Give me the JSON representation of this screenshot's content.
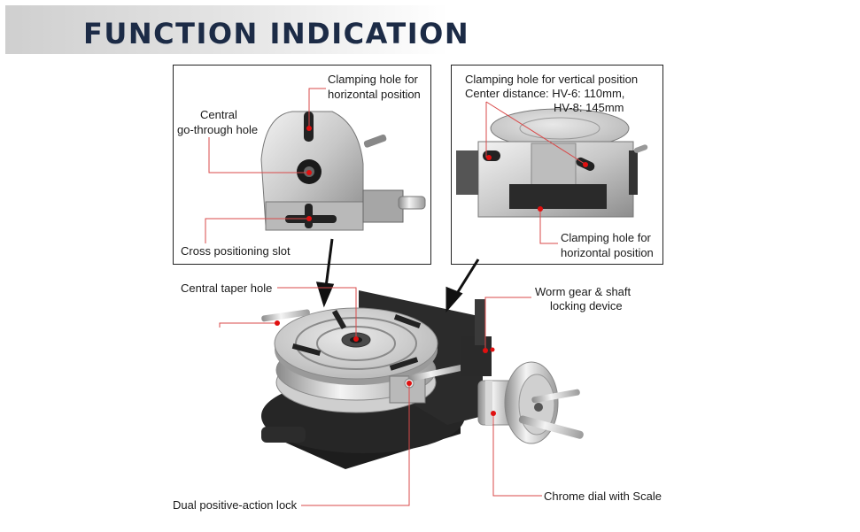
{
  "header": {
    "title": "FUNCTION INDICATION"
  },
  "left_panel": {
    "label_clamp_h1": "Clamping hole for",
    "label_clamp_h2": "horizontal position",
    "label_center1": "Central",
    "label_center2": "go-through hole",
    "label_cross": "Cross positioning slot"
  },
  "right_panel": {
    "label_vert1": "Clamping hole for vertical position",
    "label_vert2": "Center distance:  HV-6: 110mm,",
    "label_vert3": "HV-8: 145mm",
    "label_clamp_h1": "Clamping hole for",
    "label_clamp_h2": "horizontal position"
  },
  "main": {
    "label_taper": "Central taper hole",
    "label_worm1": "Worm gear & shaft",
    "label_worm2": "locking device",
    "label_lock": "Dual positive-action lock",
    "label_dial": "Chrome dial with Scale"
  },
  "colors": {
    "title": "#1c2b46",
    "callout_line": "#d94a4a",
    "callout_dot": "#e01010",
    "frame": "#222222"
  }
}
